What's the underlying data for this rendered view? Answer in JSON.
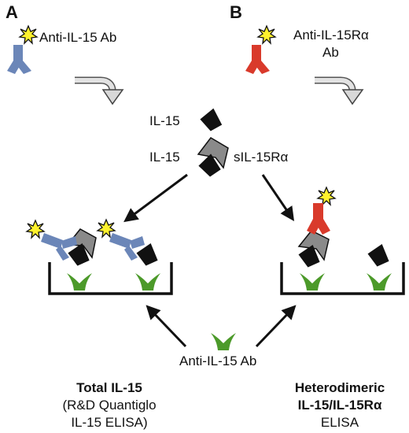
{
  "panels": {
    "a": "A",
    "b": "B"
  },
  "antibodies": {
    "anti_il15": "Anti-IL-15 Ab",
    "anti_il15ra_line1": "Anti-IL-15Rα",
    "anti_il15ra_line2": "Ab",
    "capture": "Anti-IL-15 Ab"
  },
  "molecules": {
    "il15_free": "IL-15",
    "il15_complex": "IL-15",
    "sil15ra": "sIL-15Rα"
  },
  "assays": {
    "total": {
      "title": "Total IL-15",
      "line2": "(R&D Quantiglo",
      "line3": "IL-15 ELISA)"
    },
    "heterodimeric": {
      "title_line1": "Heterodimeric",
      "title_line2": "IL-15/IL-15Rα",
      "line3": "ELISA"
    }
  },
  "colors": {
    "anti_il15_ab": "#6b86b8",
    "anti_il15ra_ab": "#d93a2b",
    "capture_ab": "#4c9a2a",
    "il15": "#111111",
    "sil15ra": "#8a8a8a",
    "label_star": "#fff22d",
    "arrow": "#111111",
    "process_arrow": "#d0d0d0"
  }
}
